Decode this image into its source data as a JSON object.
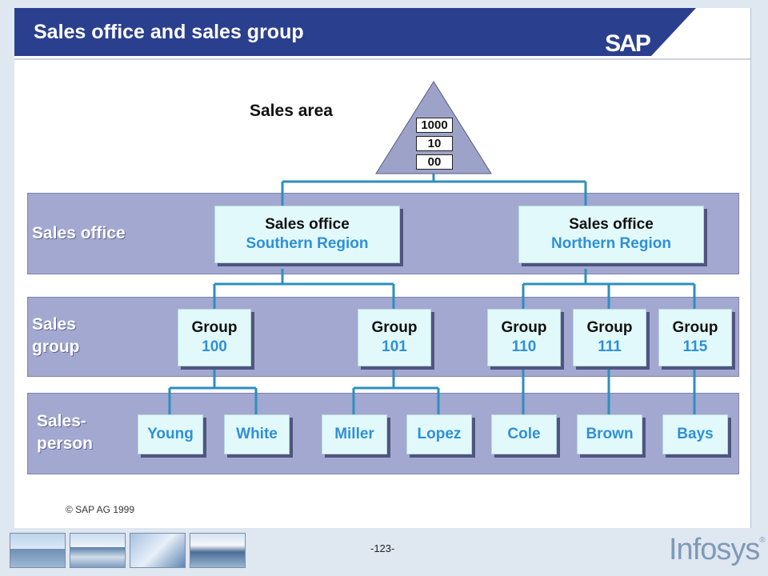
{
  "slide": {
    "title": "Sales office and sales group",
    "logo_text": "SAP",
    "copyright": "© SAP AG 1999"
  },
  "sales_area": {
    "label": "Sales area",
    "codes": [
      "1000",
      "10",
      "00"
    ]
  },
  "levels": {
    "sales_office_label": "Sales office",
    "sales_group_label": "Sales\ngroup",
    "salesperson_label": "Sales-\nperson"
  },
  "offices": [
    {
      "title": "Sales office",
      "region": "Southern Region"
    },
    {
      "title": "Sales office",
      "region": "Northern Region"
    }
  ],
  "groups": [
    {
      "title": "Group",
      "number": "100"
    },
    {
      "title": "Group",
      "number": "101"
    },
    {
      "title": "Group",
      "number": "110"
    },
    {
      "title": "Group",
      "number": "111"
    },
    {
      "title": "Group",
      "number": "115"
    }
  ],
  "salespersons": [
    "Young",
    "White",
    "Miller",
    "Lopez",
    "Cole",
    "Brown",
    "Bays"
  ],
  "footer": {
    "page_number": "-123-",
    "logo_text": "Infosys",
    "logo_mark": "®"
  },
  "colors": {
    "title_bar": "#2b3f8f",
    "band": "#a2a8d0",
    "box": "#e2f9fb",
    "connector": "#2d8fbe",
    "accent_text": "#2e90d8",
    "triangle": "#9da3c8"
  }
}
